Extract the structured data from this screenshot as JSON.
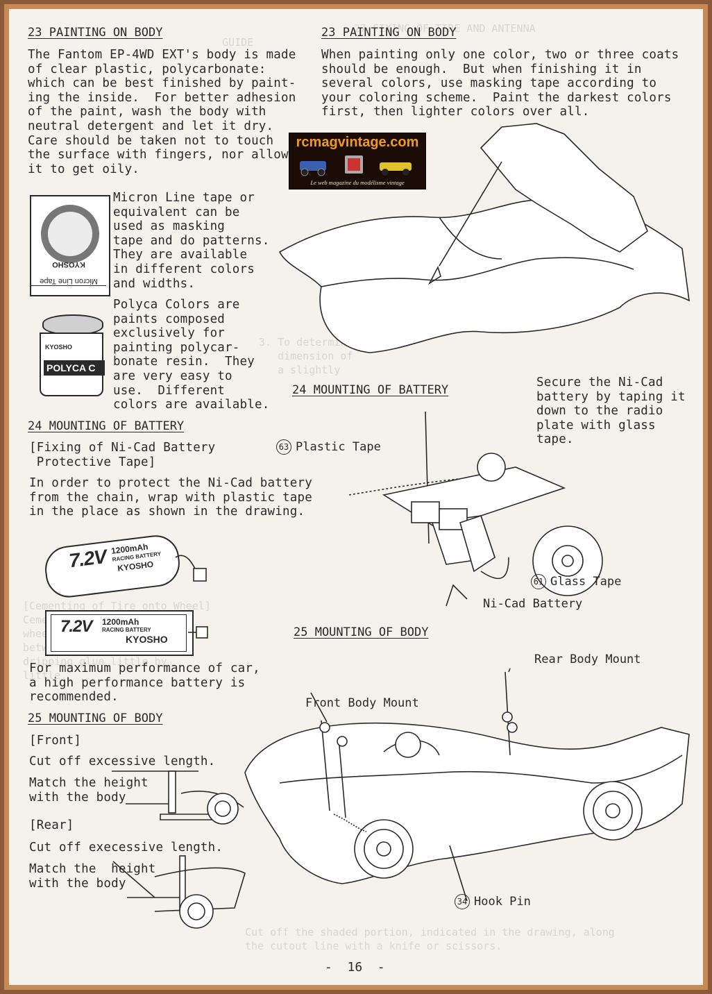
{
  "left": {
    "s23_heading": "23 PAINTING ON BODY",
    "s23_lines": [
      "The Fantom EP-4WD EXT's body is made",
      "of clear plastic, polycarbonate:",
      "which can be best finished by paint-",
      "ing the inside.  For better adhesion",
      "of the paint, wash the body with",
      "neutral detergent and let it dry.",
      "Care should be taken not to touch",
      "the surface with fingers, nor allow",
      "it to get oily."
    ],
    "micron_lines": [
      "Micron Line tape or",
      "equivalent can be",
      "used as masking",
      "tape and do patterns.",
      "They are available",
      "in different colors",
      "and widths."
    ],
    "polyca_lines": [
      "Polyca Colors are",
      "paints composed",
      "exclusively for",
      "painting polycar-",
      "bonate resin.  They",
      "are very easy to",
      "use.  Different",
      "colors are available."
    ],
    "s24_heading": "24 MOUNTING OF BATTERY",
    "s24_sub": [
      "[Fixing of Ni-Cad Battery",
      " Protective Tape]"
    ],
    "s24_lines": [
      "In order to protect the Ni-Cad battery",
      "from the chain, wrap with plastic tape",
      "in the place as shown in the drawing."
    ],
    "perf_lines": [
      "For maximum performance of car,",
      "a high performance battery is",
      "recommended."
    ],
    "s25_heading": "25 MOUNTING OF BODY",
    "front_label": "[Front]",
    "front_cut": "Cut off excessive length.",
    "front_match": [
      "Match the height",
      "with the body"
    ],
    "rear_label": "[Rear]",
    "rear_cut": "Cut off execessive length.",
    "rear_match": [
      "Match the  height",
      "with the body"
    ]
  },
  "right": {
    "s23_heading": "23 PAINTING ON BODY",
    "s23_lines": [
      "When painting only one color, two or three coats",
      "should be enough.  But when finishing it in",
      "several colors, use masking tape according to",
      "your coloring scheme.  Paint the darkest colors",
      "first, then lighter colors over all."
    ],
    "s24_heading": "24 MOUNTING OF BATTERY",
    "secure_lines": [
      "Secure the Ni-Cad",
      "battery by taping it",
      "down to the radio",
      "plate with glass",
      "tape."
    ],
    "plastic_tape_num": "63",
    "plastic_tape": "Plastic Tape",
    "glass_tape_num": "61",
    "glass_tape": "Glass Tape",
    "nicad_battery": "Ni-Cad Battery",
    "s25_heading": "25 MOUNTING OF BODY",
    "rear_body_mount": "Rear Body Mount",
    "front_body_mount": "Front Body Mount",
    "hook_pin_num": "34",
    "hook_pin": "Hook Pin"
  },
  "products": {
    "micron_brand": "KYOSHO",
    "micron_name": "Micron Line Tape",
    "polyca_brand": "KYOSHO",
    "polyca_name": "POLYCA C",
    "battery1_volt": "7.2V",
    "battery1_cap": "1200mAh",
    "battery1_type": "RACING BATTERY",
    "battery1_brand": "KYOSHO",
    "battery2_volt": "7.2V",
    "battery2_cap": "1200mAh",
    "battery2_type": "RACING BATTERY",
    "battery2_brand": "KYOSHO"
  },
  "watermark": {
    "site": "rcmagvintage.com",
    "tagline": "Le web magazine du modélisme vintage"
  },
  "footer": {
    "page": "-  16  -"
  },
  "colors": {
    "paper": "#f4f2ea",
    "border": "#c88a55",
    "ink": "#2a2a2a",
    "logo_orange": "#f29a1a"
  }
}
